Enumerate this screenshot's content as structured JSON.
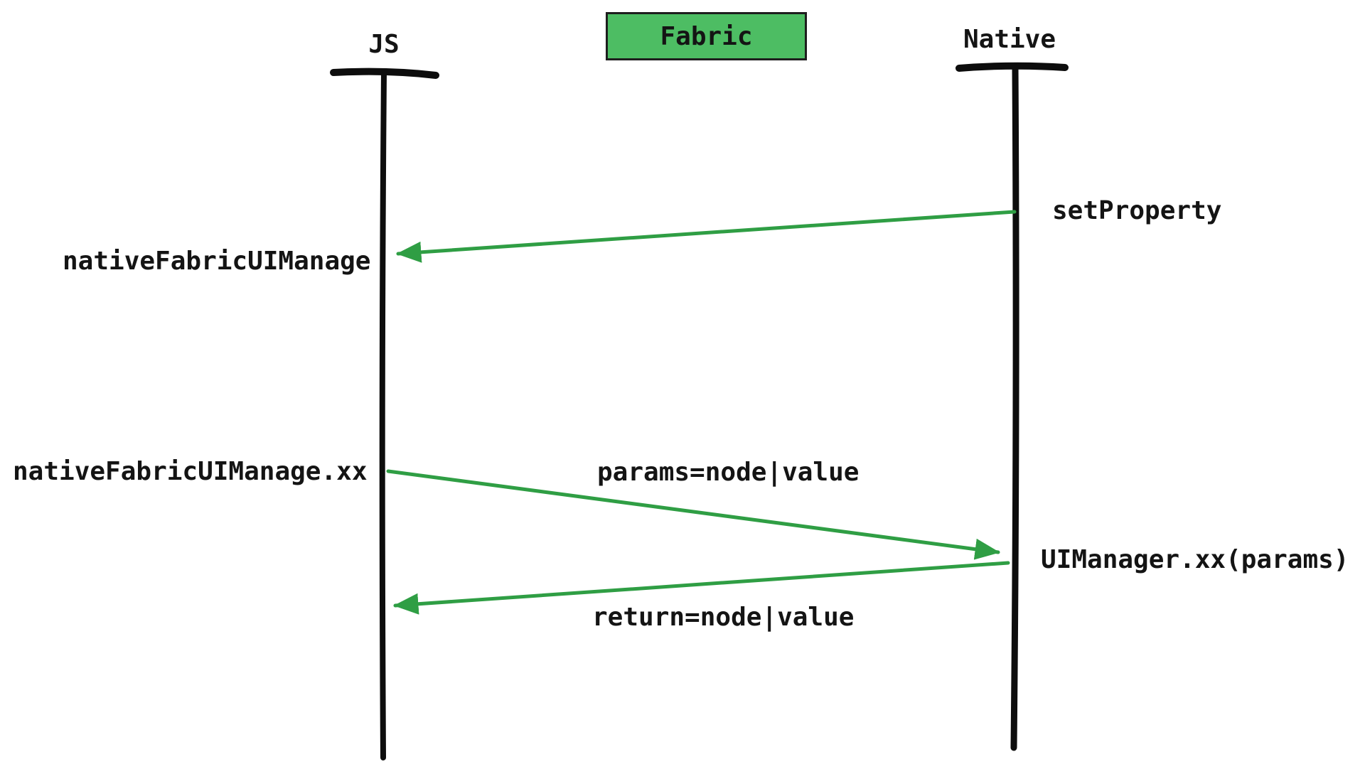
{
  "diagram": {
    "type": "sequence-diagram",
    "title": {
      "label": "Fabric"
    },
    "actors": [
      {
        "id": "js",
        "label": "JS"
      },
      {
        "id": "native",
        "label": "Native"
      }
    ],
    "messages": [
      {
        "from": "native",
        "to": "js",
        "source_label": "setProperty",
        "target_label": "nativeFabricUIManage"
      },
      {
        "from": "js",
        "to": "native",
        "source_label": "nativeFabricUIManage.xx",
        "mid_label": "params=node|value",
        "target_label": "UIManager.xx(params)"
      },
      {
        "from": "native",
        "to": "js",
        "mid_label": "return=node|value"
      }
    ],
    "colors": {
      "arrow": "#2f9e44",
      "lifeline": "#0d0d0d",
      "text": "#141414",
      "title_fill": "#4dbd63",
      "title_border": "#1e1e1e",
      "background": "#ffffff"
    }
  }
}
